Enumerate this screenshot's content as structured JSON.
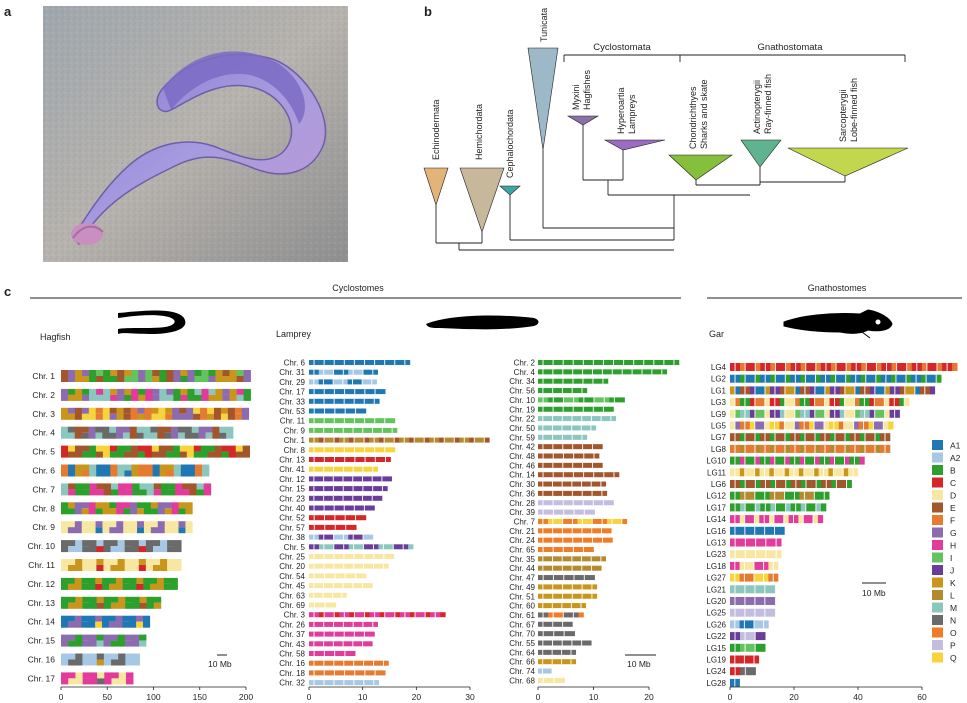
{
  "panels": {
    "a": "a",
    "b": "b",
    "c": "c"
  },
  "photo": {
    "subject": "hagfish photograph"
  },
  "tree": {
    "groups": [
      "Cyclostomata",
      "Gnathostomata"
    ],
    "taxa": [
      {
        "name": "Echinodermata",
        "sub": "",
        "color": "#e3b47a"
      },
      {
        "name": "Hemichordata",
        "sub": "",
        "color": "#c7b79b"
      },
      {
        "name": "Cephalochordata",
        "sub": "",
        "color": "#3fa7a3"
      },
      {
        "name": "Tunicata",
        "sub": "",
        "color": "#9db8c7"
      },
      {
        "name": "Myxini",
        "sub": "Hagfishes",
        "color": "#8a72a8"
      },
      {
        "name": "Hyperoartia",
        "sub": "Lampreys",
        "color": "#9b6cc2"
      },
      {
        "name": "Chondrichthyes",
        "sub": "Sharks and skate",
        "color": "#86bf3c"
      },
      {
        "name": "Actinopterygii",
        "sub": "Ray-finned fish",
        "color": "#5fb38e"
      },
      {
        "name": "Sarcopterygii",
        "sub": "Lobe-finned fish",
        "color": "#c2d74d"
      }
    ]
  },
  "header": {
    "left": "Cyclostomes",
    "right": "Gnathostomes"
  },
  "species": {
    "hagfish": "Hagfish",
    "lamprey": "Lamprey",
    "gar": "Gar"
  },
  "scale": "10 Mb",
  "legend": {
    "title": "",
    "items": [
      {
        "label": "A1",
        "color": "#1f77b4"
      },
      {
        "label": "A2",
        "color": "#a6c8e4"
      },
      {
        "label": "B",
        "color": "#2ca02c"
      },
      {
        "label": "C",
        "color": "#d62728"
      },
      {
        "label": "D",
        "color": "#f8e7a1"
      },
      {
        "label": "E",
        "color": "#a3562c"
      },
      {
        "label": "F",
        "color": "#e57a30"
      },
      {
        "label": "G",
        "color": "#8c6bb1"
      },
      {
        "label": "H",
        "color": "#e33b9b"
      },
      {
        "label": "I",
        "color": "#63c35c"
      },
      {
        "label": "J",
        "color": "#6a3d9a"
      },
      {
        "label": "K",
        "color": "#c9951a"
      },
      {
        "label": "L",
        "color": "#b5892e"
      },
      {
        "label": "M",
        "color": "#8bc7bf"
      },
      {
        "label": "N",
        "color": "#6a6a6a"
      },
      {
        "label": "O",
        "color": "#f07d25"
      },
      {
        "label": "P",
        "color": "#c3bde0"
      },
      {
        "label": "Q",
        "color": "#f7d43c"
      }
    ]
  },
  "chart_data": [
    {
      "type": "bar",
      "title": "Hagfish",
      "xlabel": "",
      "ylabel": "",
      "xlim": [
        0,
        200
      ],
      "ticks": [
        0,
        50,
        100,
        150,
        200
      ],
      "categories": [
        "Chr. 1",
        "Chr. 2",
        "Chr. 3",
        "Chr. 4",
        "Chr. 5",
        "Chr. 6",
        "Chr. 7",
        "Chr. 8",
        "Chr. 9",
        "Chr. 10",
        "Chr. 11",
        "Chr. 12",
        "Chr. 13",
        "Chr. 14",
        "Chr. 15",
        "Chr. 16",
        "Chr. 17"
      ],
      "values": [
        205,
        205,
        203,
        186,
        204,
        160,
        162,
        142,
        142,
        130,
        130,
        126,
        108,
        96,
        92,
        85,
        78
      ],
      "mix": [
        [
          "I",
          "E",
          "G",
          "B",
          "K"
        ],
        [
          "B",
          "M",
          "K",
          "H",
          "G"
        ],
        [
          "E",
          "F",
          "K",
          "G",
          "Q"
        ],
        [
          "N",
          "G",
          "M",
          "E"
        ],
        [
          "B",
          "C",
          "E",
          "Q"
        ],
        [
          "F",
          "K",
          "A1",
          "M"
        ],
        [
          "B",
          "E",
          "H",
          "M"
        ],
        [
          "K",
          "H",
          "B",
          "G"
        ],
        [
          "A1",
          "D",
          "G"
        ],
        [
          "C",
          "N",
          "A2"
        ],
        [
          "C",
          "D",
          "K"
        ],
        [
          "C",
          "B",
          "K"
        ],
        [
          "E",
          "B",
          "K"
        ],
        [
          "Q",
          "A1",
          "G"
        ],
        [
          "M",
          "G",
          "B"
        ],
        [
          "K",
          "A2",
          "N"
        ],
        [
          "N",
          "H",
          "D"
        ]
      ]
    },
    {
      "type": "bar",
      "title": "Lamprey",
      "xlabel": "",
      "ylabel": "",
      "xlim": [
        0,
        30
      ],
      "ticks": [
        0,
        10,
        20,
        30
      ],
      "categories": [
        "Chr. 6",
        "Chr. 31",
        "Chr. 29",
        "Chr. 17",
        "Chr. 33",
        "Chr. 53",
        "Chr. 11",
        "Chr. 9",
        "Chr. 1",
        "Chr. 8",
        "Chr. 13",
        "Chr. 41",
        "Chr. 12",
        "Chr. 15",
        "Chr. 23",
        "Chr. 40",
        "Chr. 52",
        "Chr. 57",
        "Chr. 38",
        "Chr. 5",
        "Chr. 25",
        "Chr. 20",
        "Chr. 54",
        "Chr. 45",
        "Chr. 63",
        "Chr. 69",
        "Chr. 3",
        "Chr. 26",
        "Chr. 37",
        "Chr. 43",
        "Chr. 58",
        "Chr. 16",
        "Chr. 18",
        "Chr. 32"
      ],
      "values": [
        18.8,
        12.8,
        12.6,
        14.2,
        13.1,
        10.6,
        16.0,
        16.4,
        33.6,
        16.0,
        15.2,
        12.8,
        15.4,
        14.6,
        13.6,
        12.2,
        10.6,
        8.8,
        11.9,
        19.4,
        15.8,
        14.8,
        10.6,
        11.8,
        7.0,
        5.0,
        25.4,
        12.8,
        12.2,
        11.8,
        8.6,
        14.8,
        14.2,
        13.0
      ],
      "mix": [
        [
          "A1"
        ],
        [
          "A1",
          "A2"
        ],
        [
          "A1",
          "A2"
        ],
        [
          "A1"
        ],
        [
          "A1"
        ],
        [
          "A1"
        ],
        [
          "I"
        ],
        [
          "I"
        ],
        [
          "C",
          "L",
          "E"
        ],
        [
          "Q"
        ],
        [
          "C"
        ],
        [
          "Q"
        ],
        [
          "J"
        ],
        [
          "J"
        ],
        [
          "J"
        ],
        [
          "J"
        ],
        [
          "C"
        ],
        [
          "C"
        ],
        [
          "J",
          "A2"
        ],
        [
          "J",
          "M"
        ],
        [
          "D"
        ],
        [
          "D"
        ],
        [
          "D"
        ],
        [
          "D"
        ],
        [
          "D"
        ],
        [
          "D"
        ],
        [
          "J",
          "H",
          "C"
        ],
        [
          "H"
        ],
        [
          "H"
        ],
        [
          "H"
        ],
        [
          "H"
        ],
        [
          "F"
        ],
        [
          "F"
        ],
        [
          "A2"
        ]
      ]
    },
    {
      "type": "bar",
      "title": "",
      "xlabel": "",
      "ylabel": "",
      "xlim": [
        0,
        20
      ],
      "ticks": [
        0,
        10,
        20
      ],
      "categories": [
        "Chr. 2",
        "Chr. 4",
        "Chr. 34",
        "Chr. 56",
        "Chr. 10",
        "Chr. 19",
        "Chr. 22",
        "Chr. 50",
        "Chr. 59",
        "Chr. 42",
        "Chr. 48",
        "Chr. 46",
        "Chr. 14",
        "Chr. 30",
        "Chr. 36",
        "Chr. 28",
        "Chr. 39",
        "Chr. 7",
        "Chr. 21",
        "Chr. 24",
        "Chr. 65",
        "Chr. 35",
        "Chr. 44",
        "Chr. 47",
        "Chr. 49",
        "Chr. 51",
        "Chr. 60",
        "Chr. 61",
        "Chr. 67",
        "Chr. 70",
        "Chr. 55",
        "Chr. 64",
        "Chr. 66",
        "Chr. 74",
        "Chr. 68"
      ],
      "values": [
        25.4,
        23.2,
        12.6,
        8.8,
        15.6,
        13.6,
        14.0,
        10.4,
        8.8,
        11.6,
        11.0,
        11.6,
        14.6,
        12.2,
        12.4,
        13.6,
        10.2,
        16.0,
        13.2,
        13.4,
        10.0,
        12.2,
        11.4,
        10.2,
        10.6,
        10.6,
        8.6,
        8.2,
        6.2,
        6.6,
        9.6,
        6.8,
        6.8,
        2.4,
        4.8
      ],
      "mix": [
        [
          "B"
        ],
        [
          "B"
        ],
        [
          "B"
        ],
        [
          "B"
        ],
        [
          "B",
          "I"
        ],
        [
          "B"
        ],
        [
          "M"
        ],
        [
          "M"
        ],
        [
          "M"
        ],
        [
          "E"
        ],
        [
          "E"
        ],
        [
          "E"
        ],
        [
          "E"
        ],
        [
          "E"
        ],
        [
          "E"
        ],
        [
          "P"
        ],
        [
          "P"
        ],
        [
          "O",
          "Q"
        ],
        [
          "O"
        ],
        [
          "O"
        ],
        [
          "O"
        ],
        [
          "L"
        ],
        [
          "L"
        ],
        [
          "N"
        ],
        [
          "K"
        ],
        [
          "K"
        ],
        [
          "K"
        ],
        [
          "N",
          "O"
        ],
        [
          "N"
        ],
        [
          "N"
        ],
        [
          "N"
        ],
        [
          "N"
        ],
        [
          "K"
        ],
        [
          "A2"
        ],
        [
          "D"
        ]
      ]
    },
    {
      "type": "bar",
      "title": "Gar",
      "xlabel": "",
      "ylabel": "",
      "xlim": [
        0,
        60
      ],
      "ticks": [
        0,
        20,
        40,
        60
      ],
      "categories": [
        "LG4",
        "LG2",
        "LG1",
        "LG3",
        "LG9",
        "LG5",
        "LG7",
        "LG8",
        "LG10",
        "LG11",
        "LG6",
        "LG12",
        "LG17",
        "LG14",
        "LG16",
        "LG13",
        "LG23",
        "LG18",
        "LG27",
        "LG21",
        "LG20",
        "LG25",
        "LG26",
        "LG22",
        "LG15",
        "LG19",
        "LG24",
        "LG28"
      ],
      "values": [
        71,
        66,
        64,
        56,
        53,
        51,
        50,
        50,
        42,
        40,
        38,
        31,
        30,
        29,
        17,
        16,
        16,
        15,
        15,
        14,
        14,
        14,
        12,
        11,
        11,
        9,
        8,
        3
      ],
      "mix": [
        [
          "A2",
          "C",
          "F"
        ],
        [
          "C",
          "A1",
          "B"
        ],
        [
          "E",
          "A1",
          "J",
          "K"
        ],
        [
          "F",
          "C",
          "D",
          "B"
        ],
        [
          "J",
          "D",
          "M",
          "I"
        ],
        [
          "D",
          "F",
          "G",
          "Q"
        ],
        [
          "A1",
          "E",
          "B"
        ],
        [
          "E",
          "F",
          "L"
        ],
        [
          "M",
          "B",
          "H"
        ],
        [
          "J",
          "D",
          "K"
        ],
        [
          "L",
          "E",
          "B"
        ],
        [
          "B",
          "L"
        ],
        [
          "E",
          "B",
          "M"
        ],
        [
          "F",
          "H",
          "D"
        ],
        [
          "A1"
        ],
        [
          "H"
        ],
        [
          "D"
        ],
        [
          "H",
          "D"
        ],
        [
          "F",
          "Q"
        ],
        [
          "M"
        ],
        [
          "G"
        ],
        [
          "P"
        ],
        [
          "A1",
          "A2"
        ],
        [
          "J",
          "P"
        ],
        [
          "I",
          "B"
        ],
        [
          "C"
        ],
        [
          "N",
          "C"
        ],
        [
          "A1"
        ]
      ]
    }
  ]
}
